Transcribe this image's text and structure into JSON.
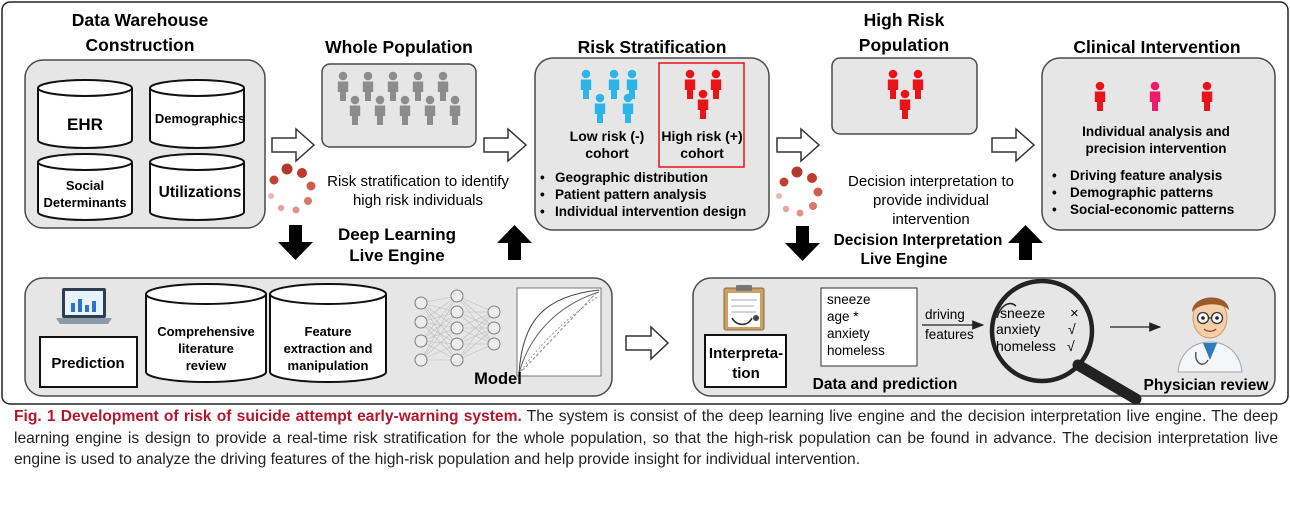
{
  "warehouse": {
    "title_line1": "Data Warehouse",
    "title_line2": "Construction",
    "db_ehr": "EHR",
    "db_demographics": "Demographics",
    "db_social_line1": "Social",
    "db_social_line2": "Determinants",
    "db_utilizations": "Utilizations"
  },
  "whole_population": {
    "title": "Whole Population"
  },
  "risk_stratification": {
    "title": "Risk Stratification",
    "low_line1": "Low risk (-)",
    "low_line2": "cohort",
    "high_line1": "High risk (+)",
    "high_line2": "cohort",
    "bullets": [
      "Geographic distribution",
      "Patient pattern analysis",
      "Individual intervention design"
    ]
  },
  "high_risk_population": {
    "title_line1": "High Risk",
    "title_line2": "Population"
  },
  "clinical_intervention": {
    "title": "Clinical Intervention",
    "subtitle_line1": "Individual analysis and",
    "subtitle_line2": "precision intervention",
    "bullets": [
      "Driving feature analysis",
      "Demographic patterns",
      "Social-economic patterns"
    ]
  },
  "middle": {
    "risk_text_line1": "Risk stratification to identify",
    "risk_text_line2": "high risk individuals",
    "dl_engine_line1": "Deep Learning",
    "dl_engine_line2": "Live Engine",
    "decision_text_line1": "Decision interpretation to",
    "decision_text_line2": "provide individual",
    "decision_text_line3": "intervention",
    "di_engine_line1": "Decision Interpretation",
    "di_engine_line2": "Live Engine"
  },
  "bottom_left": {
    "prediction": "Prediction",
    "lit_line1": "Comprehensive",
    "lit_line2": "literature",
    "lit_line3": "review",
    "feat_line1": "Feature",
    "feat_line2": "extraction and",
    "feat_line3": "manipulation",
    "model": "Model"
  },
  "bottom_right": {
    "interp_line1": "Interpreta-",
    "interp_line2": "tion",
    "features": [
      "sneeze",
      "age *",
      "anxiety",
      "homeless"
    ],
    "driving_line1": "driving",
    "driving_line2": "features",
    "lens_items": [
      "sneeze",
      "anxiety",
      "homeless"
    ],
    "lens_marks": [
      "×",
      "√",
      "√"
    ],
    "data_prediction": "Data and prediction",
    "physician": "Physician review"
  },
  "caption": {
    "title": "Fig. 1 Development of risk of suicide attempt early-warning system.",
    "body": " The system is consist of the deep learning live engine and the decision interpretation live engine. The deep learning engine is design to provide a real-time risk stratification for the whole population, so that the high-risk population can be found in advance. The decision interpretation live engine is used to analyze the driving features of the high-risk population and help provide insight for individual intervention."
  },
  "colors": {
    "panel_fill": "#e6e6e6",
    "panel_stroke": "#4a4a4a",
    "gray_person": "#8c8c8c",
    "blue_person": "#2bb5e8",
    "red_person": "#e8141a",
    "pink_person": "#ee1a6a",
    "caption_title": "#b5162e",
    "dots": "#c0392b"
  }
}
